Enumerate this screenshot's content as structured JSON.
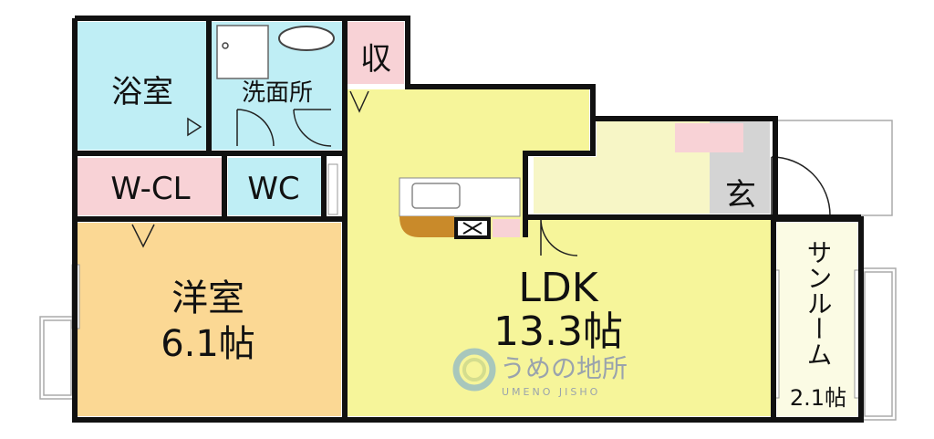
{
  "rooms": {
    "bath": "浴室",
    "washroom": "洗面所",
    "storage": "収",
    "walk_in_closet": "W-CL",
    "toilet": "WC",
    "entrance": "玄",
    "western_room": {
      "name": "洋室",
      "size": "6.1帖"
    },
    "ldk": {
      "name": "LDK",
      "size": "13.3帖"
    },
    "sunroom": {
      "name": "サンルーム",
      "size": "2.1帖"
    }
  },
  "watermark": {
    "main": "うめの地所",
    "sub": "UMENO JISHO"
  },
  "colors": {
    "bath": "#bfeef5",
    "wc": "#bfeef5",
    "wcl": "#f8d2d6",
    "storage": "#f8d2d6",
    "western": "#fbd894",
    "ldk": "#f6f59a",
    "hall": "#f7f6c6",
    "entrance": "#d4d4d4",
    "kitchen_counter": "#c98a2a",
    "sunroom": "#fbfbe4",
    "wall": "#111111"
  }
}
